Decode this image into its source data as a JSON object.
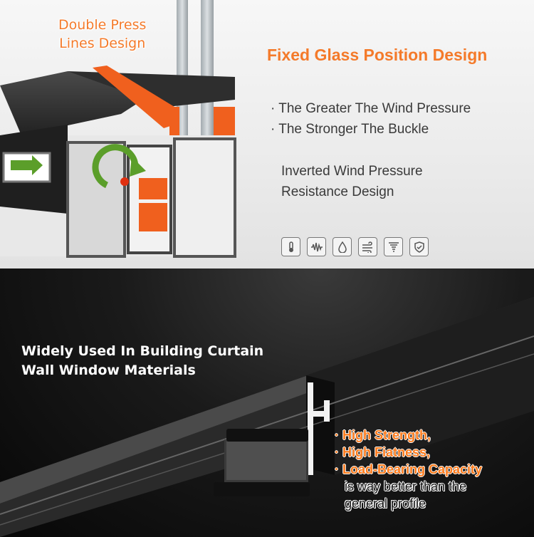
{
  "top_panel": {
    "callout_left": [
      "Double Press",
      "Lines Design"
    ],
    "heading": "Fixed Glass Position Design",
    "bullets": [
      "· The Greater The Wind Pressure",
      "· The Stronger The Buckle"
    ],
    "subheading": [
      "Inverted Wind Pressure",
      "Resistance Design"
    ],
    "icons": [
      "thermometer-icon",
      "sound-wave-icon",
      "water-drop-icon",
      "wind-icon",
      "tornado-icon",
      "shield-check-icon"
    ]
  },
  "bottom_panel": {
    "heading": [
      "Widely Used In Building Curtain",
      "Wall Window Materials"
    ],
    "features": [
      "· High Strength,",
      "· High Fiatness,",
      "· Load-Bearing Capacity"
    ],
    "description": [
      "is way better than the",
      "general profile"
    ]
  }
}
